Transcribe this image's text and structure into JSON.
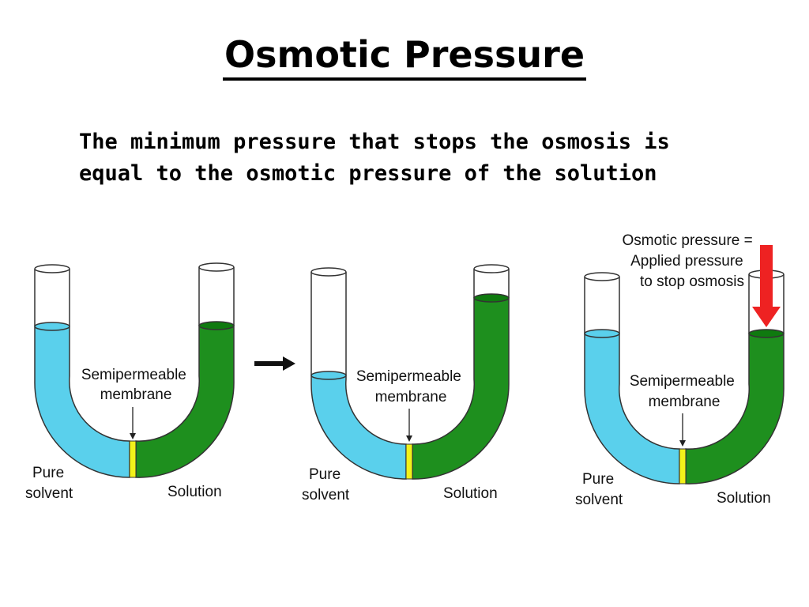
{
  "title": "Osmotic Pressure",
  "subtitle": {
    "line1": "The minimum pressure that stops the osmosis is",
    "line2": "equal to the osmotic pressure of the solution"
  },
  "colors": {
    "solvent": "#5ad0ec",
    "solution": "#1e8f1e",
    "membrane": "#f2f21a",
    "arrow_pressure": "#ee2222"
  },
  "panels": [
    {
      "membrane_label": [
        "Semipermeable",
        "membrane"
      ],
      "left_label": [
        "Pure",
        "solvent"
      ],
      "right_label": "Solution"
    },
    {
      "membrane_label": [
        "Semipermeable",
        "membrane"
      ],
      "left_label": [
        "Pure",
        "solvent"
      ],
      "right_label": "Solution"
    },
    {
      "membrane_label": [
        "Semipermeable",
        "membrane"
      ],
      "left_label": [
        "Pure",
        "solvent"
      ],
      "right_label": "Solution",
      "pressure_label": [
        "Osmotic pressure =",
        "Applied pressure",
        "to stop osmosis"
      ]
    }
  ]
}
